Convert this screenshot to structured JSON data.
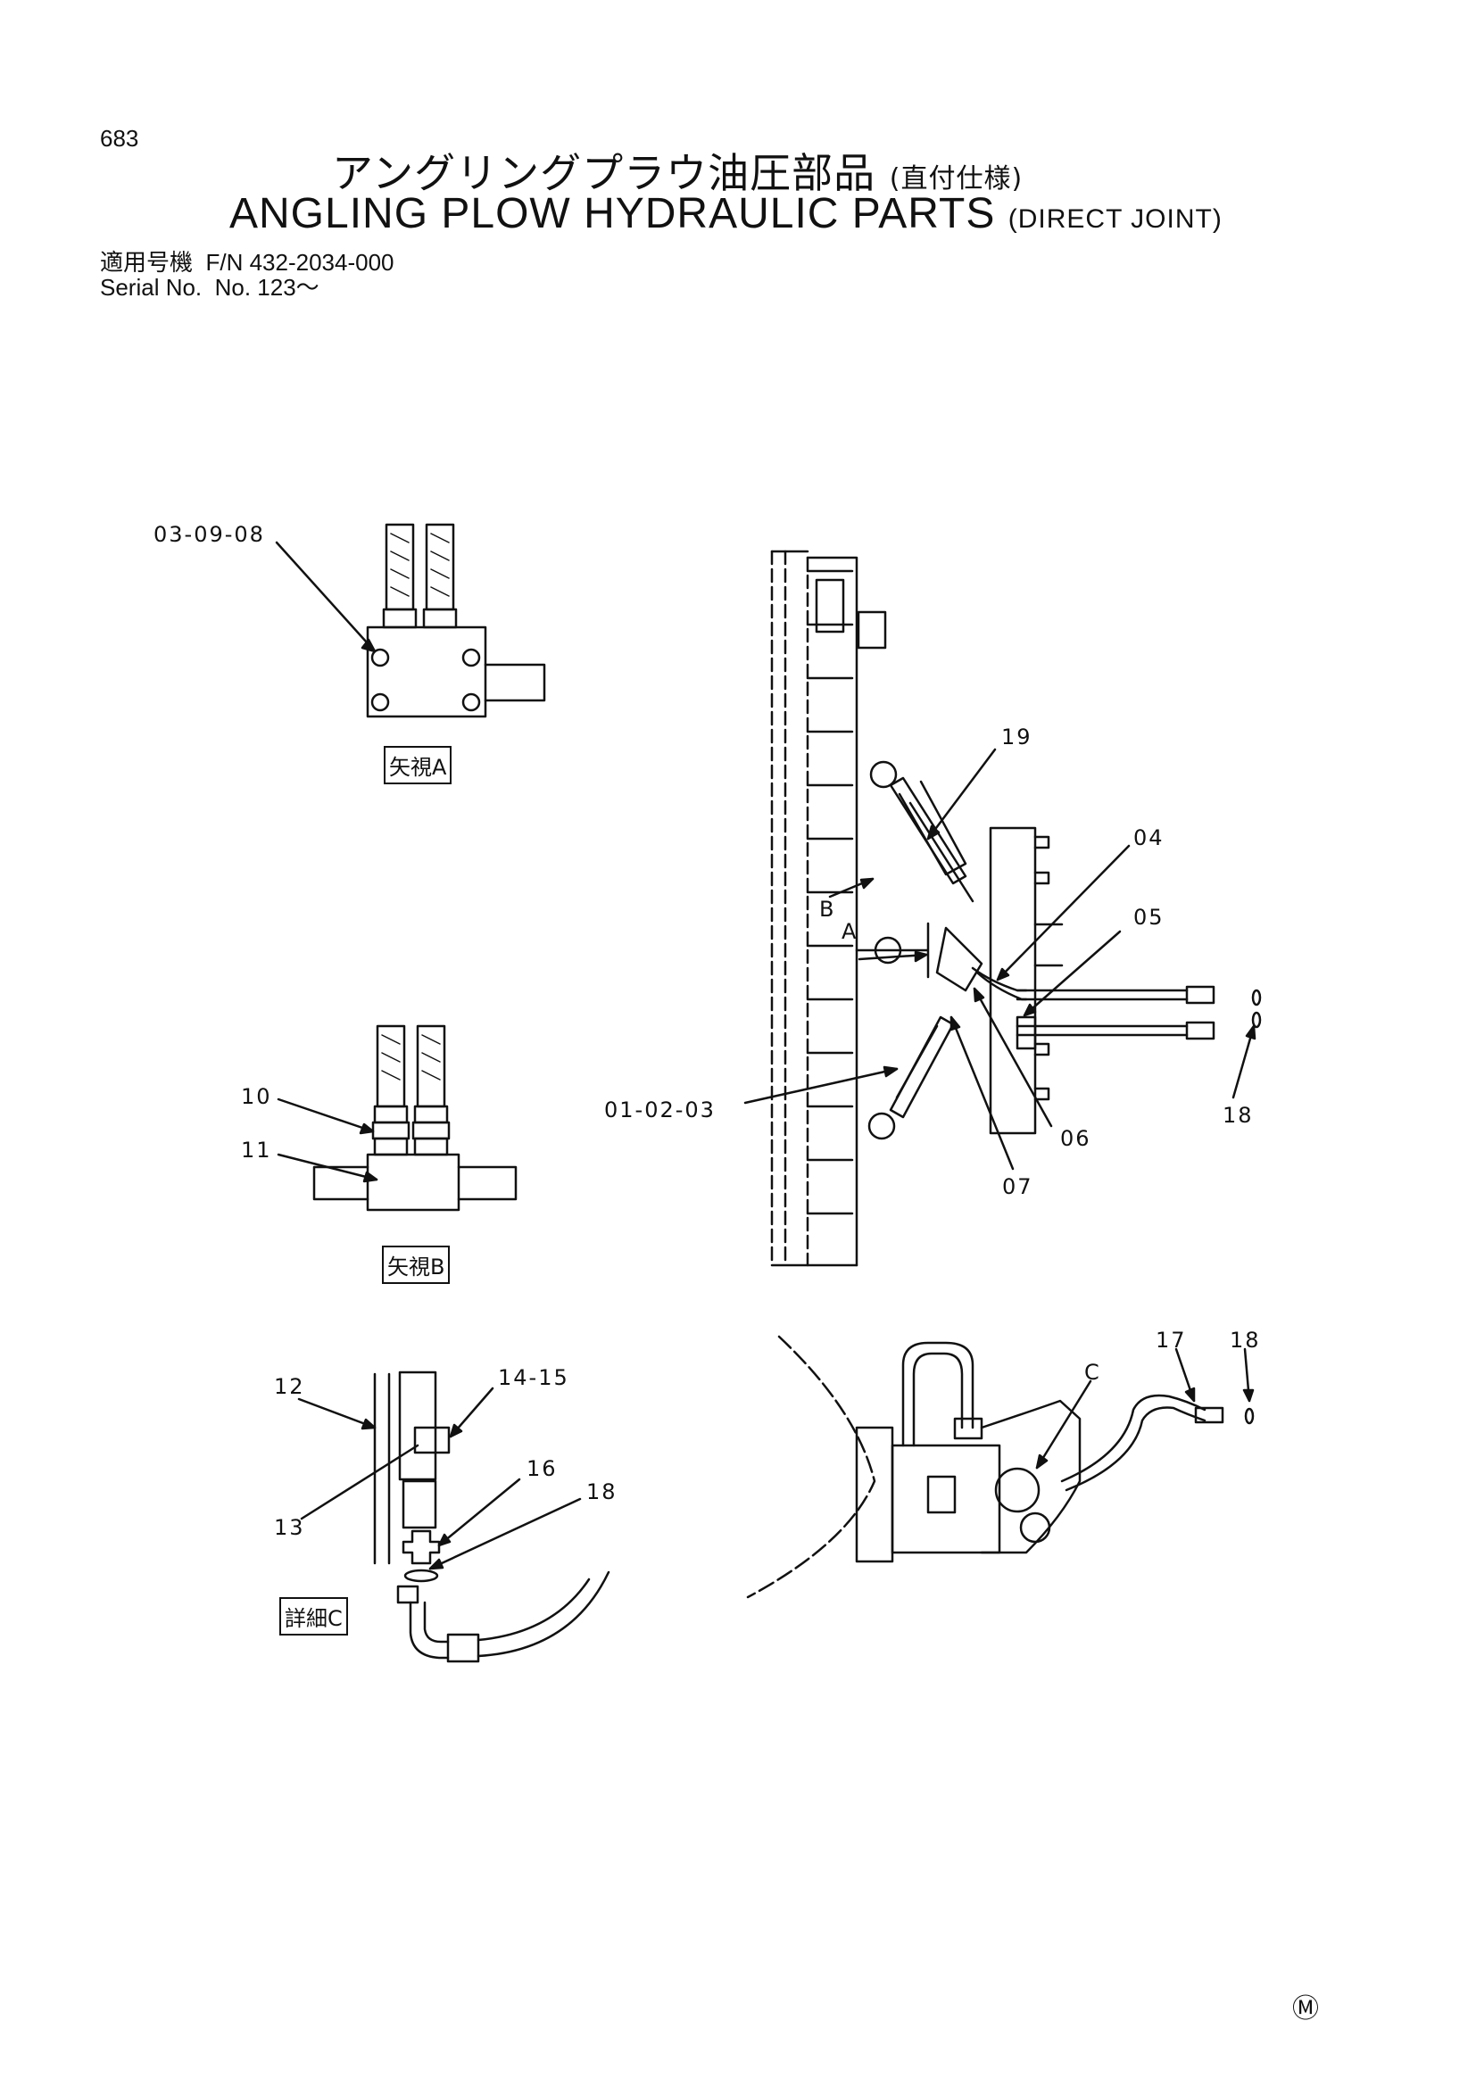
{
  "page_number": "683",
  "title_jp": "アングリングプラウ油圧部品",
  "title_jp_sub": "(直付仕様)",
  "title_en": "ANGLING PLOW HYDRAULIC PARTS",
  "title_en_sub": "(DIRECT JOINT)",
  "applicable_label": "適用号機",
  "applicable_value": "F/N 432-2034-000",
  "serial_label": "Serial No.",
  "serial_value": "No. 123～",
  "views": {
    "view_a": "矢視A",
    "view_b": "矢視B",
    "detail_c": "詳細C"
  },
  "callouts": {
    "c030908": "03-09-08",
    "c10": "10",
    "c11": "11",
    "c12": "12",
    "c13": "13",
    "c1415": "14-15",
    "c16": "16",
    "c18a": "18",
    "c19": "19",
    "c04": "04",
    "c05": "05",
    "c06": "06",
    "c07": "07",
    "c010203": "01-02-03",
    "c18b": "18",
    "c17": "17",
    "c18c": "18",
    "cA": "A",
    "cB": "B",
    "cC": "C"
  },
  "footer_mark": "Ⓜ"
}
